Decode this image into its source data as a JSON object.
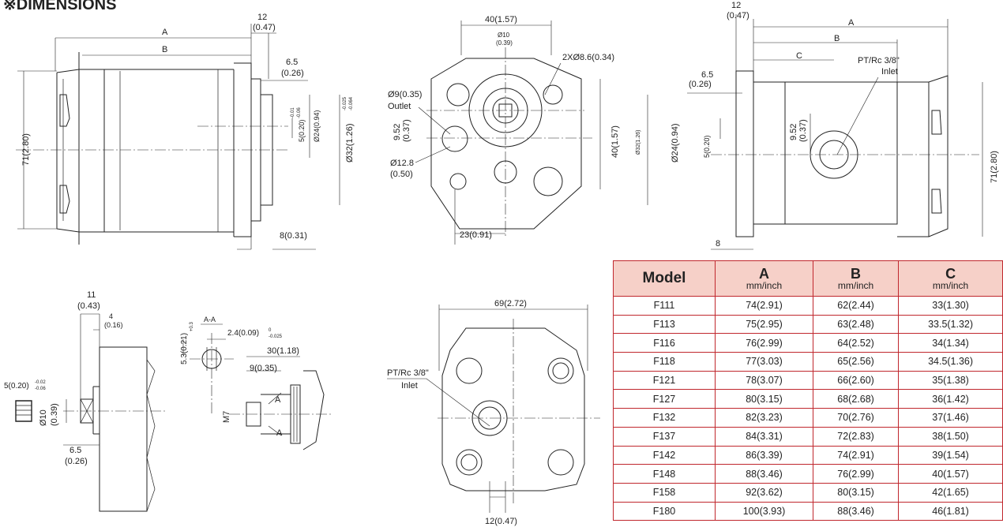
{
  "header": {
    "title": "※DIMENSIONS"
  },
  "labels": {
    "a": "A",
    "b": "B",
    "c": "C",
    "d12_047": "12",
    "d12_047b": "(0.47)",
    "d65": "6.5",
    "d65b": "(0.26)",
    "d71": "71(2.80)",
    "d8_031": "8(0.31)",
    "d5": "5(0.20)",
    "d5tol1": "-0.01",
    "d5tol2": "-0.06",
    "d24": "Ø24(0.94)",
    "d32": "Ø32(1.26)",
    "d32tol1": "-0.025",
    "d32tol2": "-0.064",
    "d40_157": "40(1.57)",
    "d10": "Ø10",
    "d10b": "(0.39)",
    "d2x86": "2XØ8.6(0.34)",
    "d9_035": "Ø9(0.35)",
    "outlet": "Outlet",
    "d952": "9.52",
    "d952b": "(0.37)",
    "d128": "Ø12.8",
    "d128b": "(0.50)",
    "d40v": "40(1.57)",
    "d23": "23(0.91)",
    "port": "PT/Rc 3/8\"",
    "inlet": "Inlet",
    "d8": "8",
    "d11": "11",
    "d11b": "(0.43)",
    "d4": "4",
    "d4b": "(0.16)",
    "d5b": "5(0.20)",
    "d5btol1": "-0.02",
    "d5btol2": "-0.06",
    "d10v": "Ø10",
    "d10vb": "(0.39)",
    "d53": "5.3(0.21)",
    "d53tol": "+0.3",
    "aa": "A-A",
    "d24b": "2.4(0.09)",
    "d24btol": "0",
    "d24btol2": "-0.025",
    "d30": "30(1.18)",
    "d9b": "9(0.35)",
    "m7": "M7",
    "a_sec": "A",
    "d69": "69(2.72)",
    "d12b": "12(0.47)"
  },
  "table": {
    "headers": [
      {
        "label": "Model",
        "unit": ""
      },
      {
        "label": "A",
        "unit": "mm/inch"
      },
      {
        "label": "B",
        "unit": "mm/inch"
      },
      {
        "label": "C",
        "unit": "mm/inch"
      }
    ],
    "rows": [
      [
        "F111",
        "74(2.91)",
        "62(2.44)",
        "33(1.30)"
      ],
      [
        "F113",
        "75(2.95)",
        "63(2.48)",
        "33.5(1.32)"
      ],
      [
        "F116",
        "76(2.99)",
        "64(2.52)",
        "34(1.34)"
      ],
      [
        "F118",
        "77(3.03)",
        "65(2.56)",
        "34.5(1.36)"
      ],
      [
        "F121",
        "78(3.07)",
        "66(2.60)",
        "35(1.38)"
      ],
      [
        "F127",
        "80(3.15)",
        "68(2.68)",
        "36(1.42)"
      ],
      [
        "F132",
        "82(3.23)",
        "70(2.76)",
        "37(1.46)"
      ],
      [
        "F137",
        "84(3.31)",
        "72(2.83)",
        "38(1.50)"
      ],
      [
        "F142",
        "86(3.39)",
        "74(2.91)",
        "39(1.54)"
      ],
      [
        "F148",
        "88(3.46)",
        "76(2.99)",
        "40(1.57)"
      ],
      [
        "F158",
        "92(3.62)",
        "80(3.15)",
        "42(1.65)"
      ],
      [
        "F180",
        "100(3.93)",
        "88(3.46)",
        "46(1.81)"
      ]
    ]
  }
}
